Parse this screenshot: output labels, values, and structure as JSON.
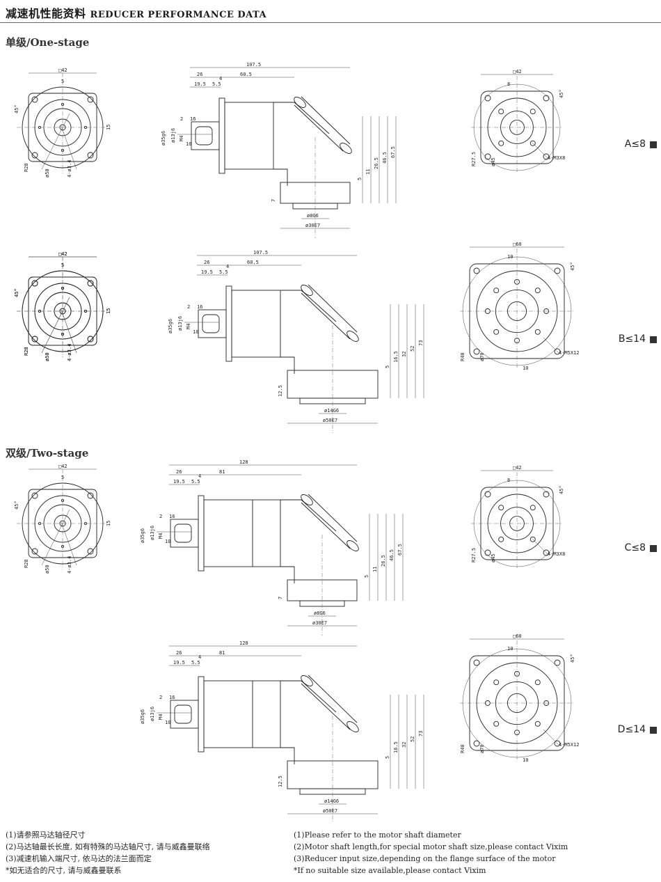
{
  "header": {
    "title_cn": "减速机性能资料",
    "title_en": "REDUCER PERFORMANCE DATA"
  },
  "sections": {
    "one_stage": "单级/One-stage",
    "two_stage": "双级/Two-stage"
  },
  "rows": [
    {
      "label": "A≤8",
      "front": {
        "square": "□42",
        "d1": "5",
        "angle": "45°",
        "r": "R28",
        "dia": "ø50",
        "holes": "4-ø3.4",
        "h": "15"
      },
      "side": {
        "total": "107.5",
        "l1": "26",
        "l2": "60.5",
        "l3": "19.5",
        "l4": "5.5",
        "l5": "4",
        "l6": "2",
        "l7": "16",
        "l8": "10",
        "d_body": "ø35g6",
        "d_hub": "ø13j6",
        "thread": "M4",
        "v1": "67.5",
        "v2": "46.5",
        "v3": "26.5",
        "v4": "11",
        "v5": "5",
        "v6": "7",
        "shaft": "ø8G6",
        "flange": "ø30E7"
      },
      "end": {
        "square": "□42",
        "d1": "8",
        "angle": "45°",
        "r": "R27.5",
        "dia": "ø45",
        "holes": "4-M3X8"
      }
    },
    {
      "label": "B≤14",
      "front": {
        "square": "□42",
        "d1": "5",
        "angle": "45°",
        "r": "R28",
        "dia": "ø50",
        "holes": "4-ø3.4",
        "h": "15"
      },
      "side": {
        "total": "107.5",
        "l1": "26",
        "l2": "60.5",
        "l3": "19.5",
        "l4": "5.5",
        "l5": "4",
        "l6": "2",
        "l7": "16",
        "l8": "10",
        "d_body": "ø35g6",
        "d_hub": "ø13j6",
        "thread": "M4",
        "v1": "73",
        "v2": "52",
        "v3": "32",
        "v4": "16.5",
        "v5": "5",
        "v6": "12.5",
        "shaft": "ø14G6",
        "flange": "ø50E7"
      },
      "end": {
        "square": "□60",
        "d1": "10",
        "angle": "45°",
        "r": "R40",
        "dia": "ø70",
        "holes": "4-M5X12",
        "h": "10"
      }
    },
    {
      "label": "C≤8",
      "front": {
        "square": "□42",
        "d1": "5",
        "angle": "45°",
        "r": "R28",
        "dia": "ø50",
        "holes": "4-ø3.4",
        "h": "15"
      },
      "side": {
        "total": "128",
        "l1": "26",
        "l2": "81",
        "l3": "19.5",
        "l4": "5.5",
        "l5": "4",
        "l6": "2",
        "l7": "16",
        "l8": "10",
        "d_body": "ø35g6",
        "d_hub": "ø13j6",
        "thread": "M4",
        "v1": "67.5",
        "v2": "46.5",
        "v3": "26.5",
        "v4": "11",
        "v5": "5",
        "v6": "7",
        "shaft": "ø8G6",
        "flange": "ø30E7"
      },
      "end": {
        "square": "□42",
        "d1": "8",
        "angle": "45°",
        "r": "R27.5",
        "dia": "ø45",
        "holes": "4-M3X8"
      }
    },
    {
      "label": "D≤14",
      "front": {
        "square": "□42",
        "d1": "5",
        "angle": "45°",
        "r": "R28",
        "dia": "ø50",
        "holes": "4-ø3.4",
        "h": "15"
      },
      "side": {
        "total": "128",
        "l1": "26",
        "l2": "81",
        "l3": "19.5",
        "l4": "5.5",
        "l5": "4",
        "l6": "2",
        "l7": "16",
        "l8": "10",
        "d_body": "ø35g6",
        "d_hub": "ø13j6",
        "thread": "M4",
        "v1": "73",
        "v2": "52",
        "v3": "32",
        "v4": "16.5",
        "v5": "5",
        "v6": "12.5",
        "shaft": "ø14G6",
        "flange": "ø50E7"
      },
      "end": {
        "square": "□60",
        "d1": "10",
        "angle": "45°",
        "r": "R40",
        "dia": "ø70",
        "holes": "4-M5X12",
        "h": "10"
      }
    }
  ],
  "notes_cn": [
    "(1)请参照马达轴径尺寸",
    "(2)马达轴最长长度, 如有特殊的马达轴尺寸, 请与威鑫曼联络",
    "(3)减速机输入端尺寸, 依马达的法兰面而定",
    "*如无适合的尺寸, 请与威鑫曼联系"
  ],
  "notes_en": [
    "(1)Please refer to the motor shaft diameter",
    "(2)Motor shaft length,for special motor shaft size,please contact Vixim",
    "(3)Reducer input size,depending on the flange surface of the motor",
    "*If no suitable size available,please contact Vixim"
  ]
}
